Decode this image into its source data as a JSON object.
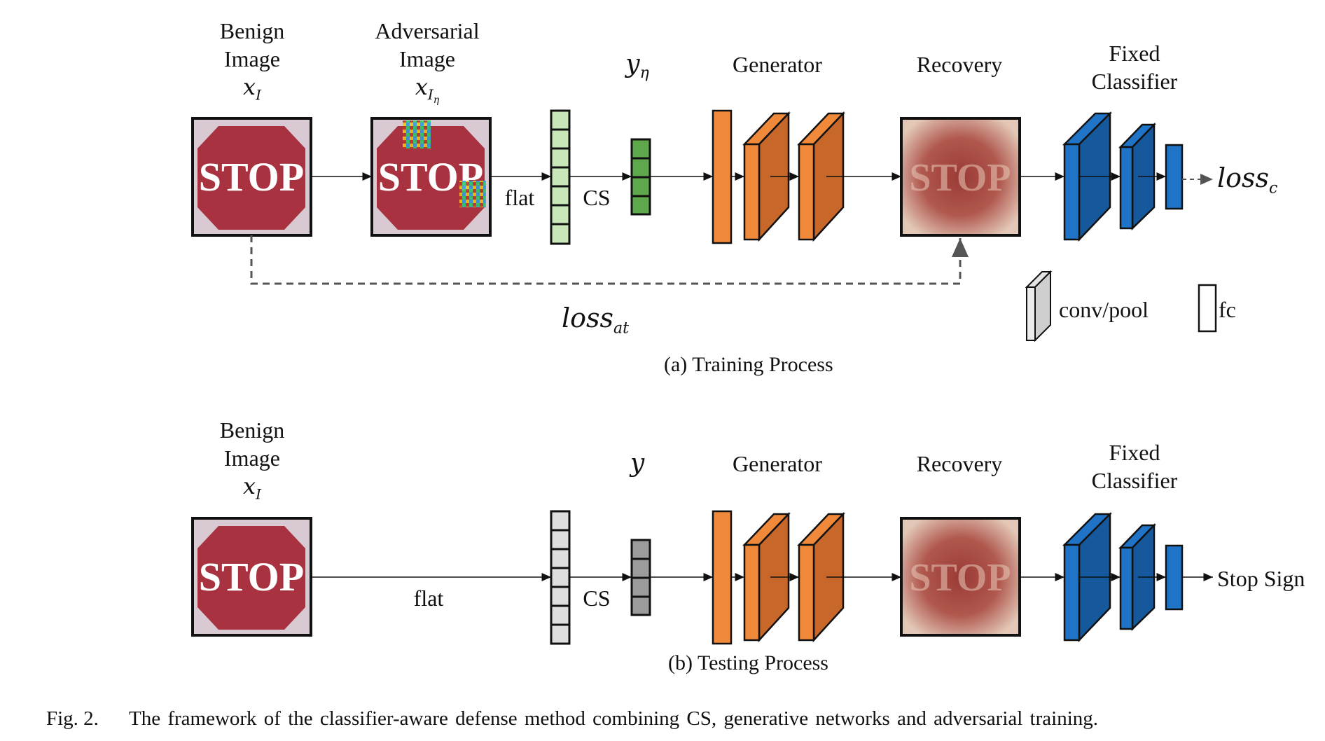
{
  "colors": {
    "orange_front": "#f08a3a",
    "orange_side": "#c8672a",
    "blue_front": "#1f74c7",
    "blue_side": "#15589b",
    "green_cell": "#c9e6b9",
    "green_dark": "#5ea74a",
    "gray_cell": "#dedede",
    "gray_dark": "#9b9b9b",
    "stop_red": "#a8323f",
    "stop_frame": "#111111"
  },
  "icons": {
    "image": "stop-sign-image",
    "recovered": "blurred-stop-sign-image",
    "conv": "conv-block-icon",
    "fc": "fc-block-icon"
  },
  "training": {
    "benign_label_1": "Benign",
    "benign_label_2": "Image",
    "benign_math": "x",
    "benign_math_sub": "I",
    "adversarial_label_1": "Adversarial",
    "adversarial_label_2": "Image",
    "adversarial_math": "x",
    "adversarial_math_sub": "I",
    "adversarial_math_subsub": "η",
    "measurement_math": "y",
    "measurement_math_sub": "η",
    "generator_label": "Generator",
    "recovery_label": "Recovery",
    "classifier_label_1": "Fixed",
    "classifier_label_2": "Classifier",
    "flat_label": "flat",
    "cs_label": "CS",
    "loss_c_main": "loss",
    "loss_c_sub": "c",
    "loss_at_main": "loss",
    "loss_at_sub": "at",
    "caption": "(a) Training Process"
  },
  "legend": {
    "conv_label": "conv/pool",
    "fc_label": "fc"
  },
  "testing": {
    "benign_label_1": "Benign",
    "benign_label_2": "Image",
    "benign_math": "x",
    "benign_math_sub": "I",
    "measurement_math": "y",
    "generator_label": "Generator",
    "recovery_label": "Recovery",
    "classifier_label_1": "Fixed",
    "classifier_label_2": "Classifier",
    "flat_label": "flat",
    "cs_label": "CS",
    "output_label": "Stop Sign",
    "caption": "(b) Testing Process"
  },
  "figure": {
    "number": "Fig. 2.",
    "caption": "The framework of the classifier-aware defense method combining CS, generative networks and adversarial training."
  }
}
